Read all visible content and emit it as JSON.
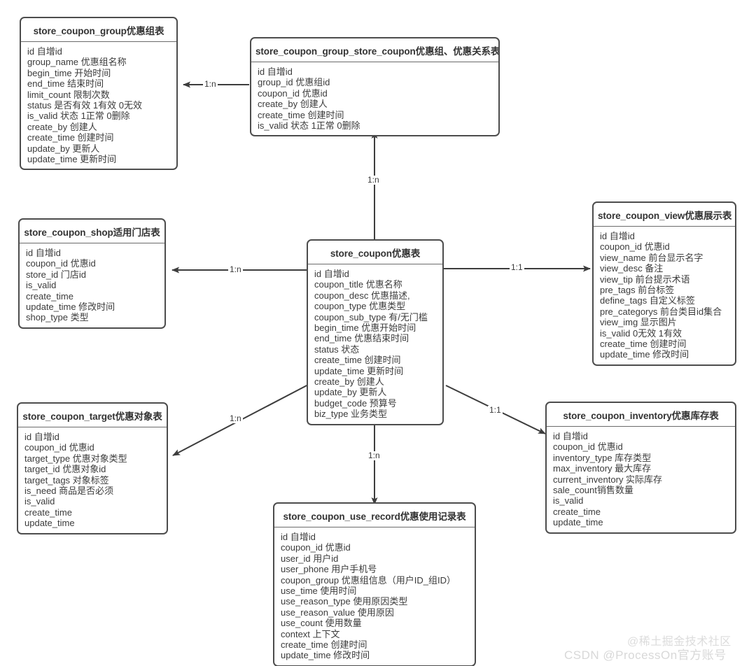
{
  "diagram": {
    "title": "store_coupon ER diagram",
    "line_color": "#4d4d4d",
    "box_border_color": "#4d4d4d",
    "background": "#ffffff"
  },
  "entities": [
    {
      "id": "store_coupon_group",
      "title": "store_coupon_group优惠组表",
      "fields": [
        "id 自增id",
        "group_name 优惠组名称",
        "begin_time 开始时间",
        "end_time 结束时间",
        "limit_count 限制次数",
        "status 是否有效 1有效 0无效",
        "is_valid 状态 1正常 0删除",
        "create_by 创建人",
        "create_time 创建时间",
        "update_by 更新人",
        "update_time 更新时间"
      ]
    },
    {
      "id": "store_coupon_group_store_coupon",
      "title": "store_coupon_group_store_coupon优惠组、优惠关系表",
      "fields": [
        "id 自增id",
        "group_id 优惠组id",
        "coupon_id 优惠id",
        "create_by 创建人",
        "create_time 创建时间",
        "is_valid 状态 1正常 0删除"
      ]
    },
    {
      "id": "store_coupon_shop",
      "title": "store_coupon_shop适用门店表",
      "fields": [
        "id 自增id",
        " coupon_id 优惠id",
        " store_id 门店id",
        " is_valid",
        "create_time",
        " update_time 修改时间",
        " shop_type 类型"
      ]
    },
    {
      "id": "store_coupon",
      "title": "store_coupon优惠表",
      "fields": [
        "id 自增id",
        " coupon_title 优惠名称",
        " coupon_desc 优惠描述,",
        " coupon_type 优惠类型",
        " coupon_sub_type 有/无门槛",
        " begin_time 优惠开始时间",
        " end_time 优惠结束时间",
        " status 状态",
        " create_time 创建时间",
        " update_time 更新时间",
        " create_by 创建人",
        " update_by 更新人",
        " budget_code 预算号",
        " biz_type 业务类型"
      ]
    },
    {
      "id": "store_coupon_view",
      "title": "store_coupon_view优惠展示表",
      "fields": [
        "id 自增id",
        " coupon_id 优惠id",
        " view_name 前台显示名字",
        " view_desc 备注",
        " view_tip 前台提示术语",
        " pre_tags 前台标签",
        " define_tags 自定义标签",
        " pre_categorys 前台类目id集合",
        "view_img 显示图片",
        " is_valid 0无效 1有效",
        " create_time 创建时间",
        " update_time 修改时间"
      ]
    },
    {
      "id": "store_coupon_target",
      "title": "store_coupon_target优惠对象表",
      "fields": [
        "id 自增id",
        " coupon_id 优惠id",
        " target_type 优惠对象类型",
        " target_id 优惠对象id",
        " target_tags 对象标签",
        " is_need 商品是否必须",
        " is_valid",
        "create_time",
        " update_time"
      ]
    },
    {
      "id": "store_coupon_inventory",
      "title": "store_coupon_inventory优惠库存表",
      "fields": [
        "id 自增id",
        " coupon_id 优惠id",
        " inventory_type 库存类型",
        " max_inventory 最大库存",
        " current_inventory 实际库存",
        " sale_count销售数量",
        " is_valid",
        " create_time",
        " update_time"
      ]
    },
    {
      "id": "store_coupon_use_record",
      "title": "store_coupon_use_record优惠使用记录表",
      "fields": [
        "id  自增id",
        "coupon_id 优惠id",
        "user_id 用户id",
        "user_phone 用户手机号",
        "coupon_group 优惠组信息（用户ID_组ID）",
        "use_time  使用时间",
        "use_reason_type 使用原因类型",
        "use_reason_value  使用原因",
        "use_count  使用数量",
        "context  上下文",
        "create_time 创建时间",
        "update_time 修改时间"
      ]
    }
  ],
  "relations": [
    {
      "id": "rel-group-to-relation",
      "from": "store_coupon_group_store_coupon",
      "to": "store_coupon_group",
      "label": "1:n"
    },
    {
      "id": "rel-coupon-to-relation",
      "from": "store_coupon",
      "to": "store_coupon_group_store_coupon",
      "label": "1:n"
    },
    {
      "id": "rel-coupon-to-shop",
      "from": "store_coupon",
      "to": "store_coupon_shop",
      "label": "1:n"
    },
    {
      "id": "rel-coupon-to-view",
      "from": "store_coupon",
      "to": "store_coupon_view",
      "label": "1:1"
    },
    {
      "id": "rel-coupon-to-target",
      "from": "store_coupon",
      "to": "store_coupon_target",
      "label": "1:n"
    },
    {
      "id": "rel-coupon-to-inventory",
      "from": "store_coupon",
      "to": "store_coupon_inventory",
      "label": "1:1"
    },
    {
      "id": "rel-coupon-to-use-record",
      "from": "store_coupon",
      "to": "store_coupon_use_record",
      "label": "1:n"
    }
  ],
  "watermarks": {
    "top": "@稀土掘金技术社区",
    "bottom": "CSDN @ProcessOn官方账号"
  }
}
